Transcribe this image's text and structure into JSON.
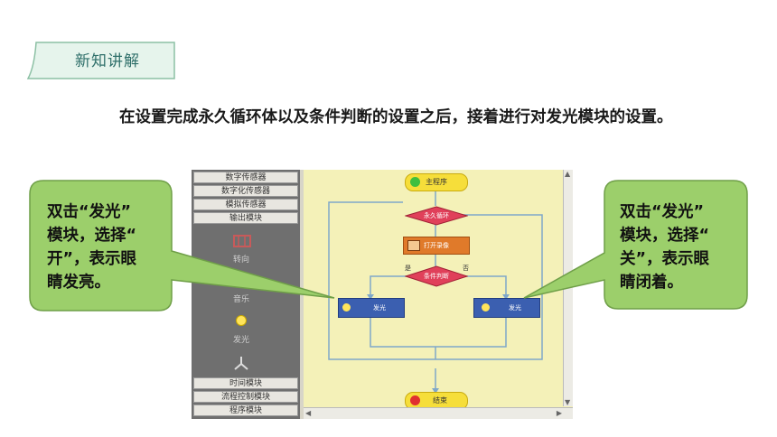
{
  "section_tag": "新知讲解",
  "intro_text": "在设置完成永久循环体以及条件判断的设置之后，接着进行对发光模块的设置。",
  "palette": {
    "buttons_top": [
      "数字传感器",
      "数字化传感器",
      "模拟传感器",
      "输出模块"
    ],
    "items": [
      "转向",
      "音乐",
      "发光"
    ],
    "buttons_bottom": [
      "时间模块",
      "流程控制模块",
      "程序模块"
    ]
  },
  "flowchart": {
    "start": "主程序",
    "loop": "永久循环",
    "setup": "打开录像",
    "condition": "条件判断",
    "yes_label": "是",
    "no_label": "否",
    "left_block": "发光",
    "right_block": "发光",
    "end": "结束"
  },
  "callout_left": "双击“发光”\n模块，选择“\n开”，表示眼\n睛发亮。",
  "callout_right": "双击“发光”\n模块，选择“\n关”，表示眼\n睛闭着。",
  "colors": {
    "tag_fill": "#e6f4ec",
    "tag_border": "#8cc0a4",
    "callout_fill": "#9ccf6b",
    "callout_border": "#6f9f48",
    "canvas_bg": "#f4f1b8"
  }
}
